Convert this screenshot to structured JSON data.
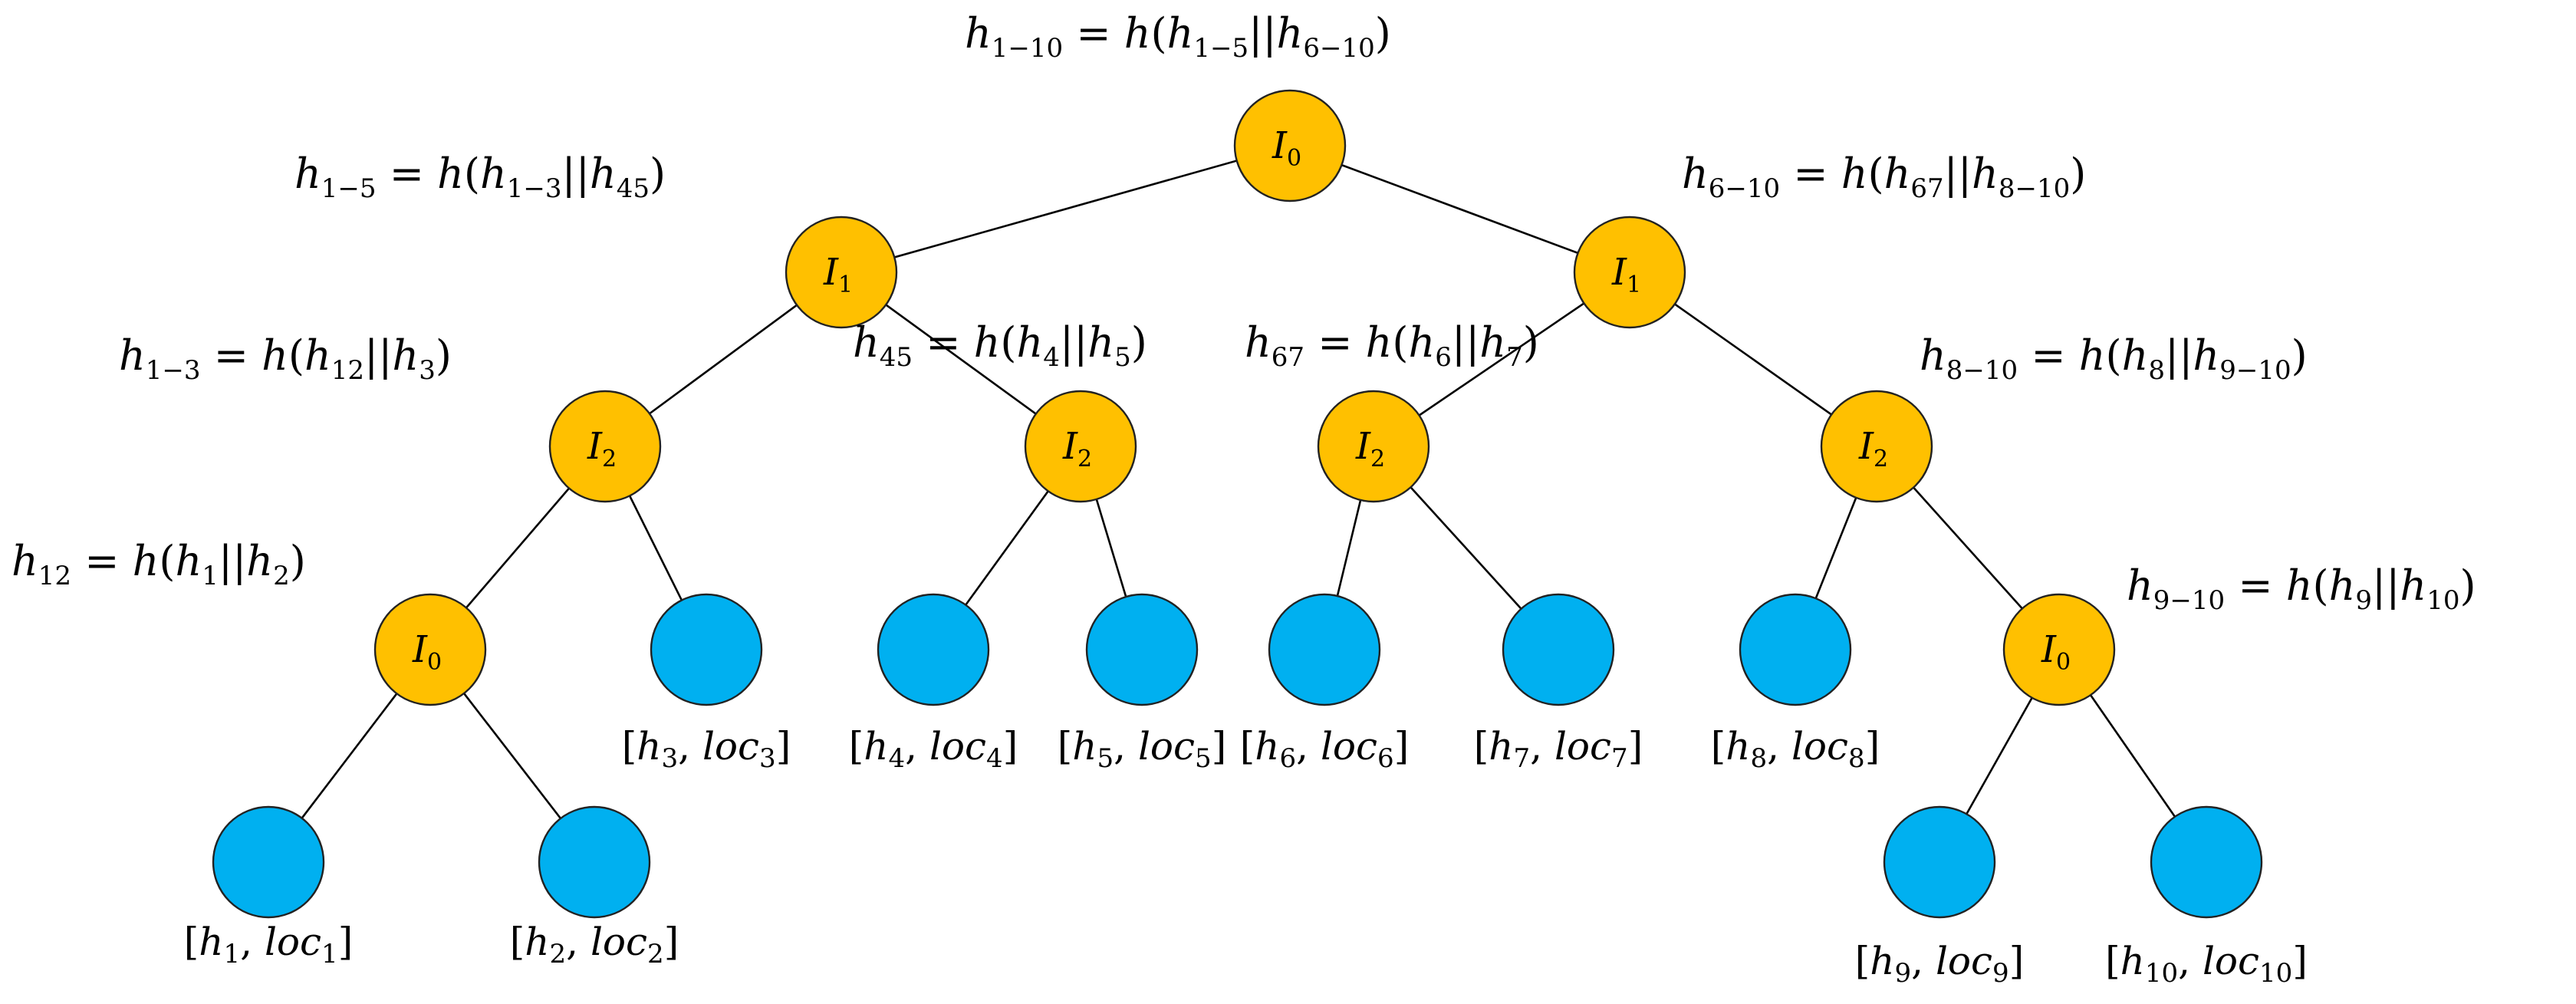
{
  "colors": {
    "internal_fill": "#FFC000",
    "leaf_fill": "#00B0F0",
    "edge": "#000000",
    "text": "#000000"
  },
  "nodes": [
    {
      "id": "root",
      "kind": "internal",
      "level": "0"
    },
    {
      "id": "n1L",
      "kind": "internal",
      "level": "1"
    },
    {
      "id": "n1R",
      "kind": "internal",
      "level": "1"
    },
    {
      "id": "n2a",
      "kind": "internal",
      "level": "2"
    },
    {
      "id": "n2b",
      "kind": "internal",
      "level": "2"
    },
    {
      "id": "n2c",
      "kind": "internal",
      "level": "2"
    },
    {
      "id": "n2d",
      "kind": "internal",
      "level": "2"
    },
    {
      "id": "n0a",
      "kind": "internal",
      "level": "0"
    },
    {
      "id": "n0b",
      "kind": "internal",
      "level": "0"
    },
    {
      "id": "L1",
      "kind": "leaf",
      "label": {
        "h": "1",
        "loc": "1"
      }
    },
    {
      "id": "L2",
      "kind": "leaf",
      "label": {
        "h": "2",
        "loc": "2"
      }
    },
    {
      "id": "L3",
      "kind": "leaf",
      "label": {
        "h": "3",
        "loc": "3"
      }
    },
    {
      "id": "L4",
      "kind": "leaf",
      "label": {
        "h": "4",
        "loc": "4"
      }
    },
    {
      "id": "L5",
      "kind": "leaf",
      "label": {
        "h": "5",
        "loc": "5"
      }
    },
    {
      "id": "L6",
      "kind": "leaf",
      "label": {
        "h": "6",
        "loc": "6"
      }
    },
    {
      "id": "L7",
      "kind": "leaf",
      "label": {
        "h": "7",
        "loc": "7"
      }
    },
    {
      "id": "L8",
      "kind": "leaf",
      "label": {
        "h": "8",
        "loc": "8"
      }
    },
    {
      "id": "L9",
      "kind": "leaf",
      "label": {
        "h": "9",
        "loc": "9"
      }
    },
    {
      "id": "L10",
      "kind": "leaf",
      "label": {
        "h": "10",
        "loc": "10"
      }
    }
  ],
  "edges": [
    [
      "root",
      "n1L"
    ],
    [
      "root",
      "n1R"
    ],
    [
      "n1L",
      "n2a"
    ],
    [
      "n1L",
      "n2b"
    ],
    [
      "n1R",
      "n2c"
    ],
    [
      "n1R",
      "n2d"
    ],
    [
      "n2a",
      "n0a"
    ],
    [
      "n2a",
      "L3"
    ],
    [
      "n2b",
      "L4"
    ],
    [
      "n2b",
      "L5"
    ],
    [
      "n2c",
      "L6"
    ],
    [
      "n2c",
      "L7"
    ],
    [
      "n2d",
      "L8"
    ],
    [
      "n2d",
      "n0b"
    ],
    [
      "n0a",
      "L1"
    ],
    [
      "n0a",
      "L2"
    ],
    [
      "n0b",
      "L9"
    ],
    [
      "n0b",
      "L10"
    ]
  ],
  "hash_labels": [
    {
      "id": "h_1_10",
      "lhs": "1−10",
      "args": [
        "1−5",
        "6−10"
      ]
    },
    {
      "id": "h_1_5",
      "lhs": "1−5",
      "args": [
        "1−3",
        "45"
      ]
    },
    {
      "id": "h_6_10",
      "lhs": "6−10",
      "args": [
        "67",
        "8−10"
      ]
    },
    {
      "id": "h_1_3",
      "lhs": "1−3",
      "args": [
        "12",
        "3"
      ]
    },
    {
      "id": "h_45",
      "lhs": "45",
      "args": [
        "4",
        "5"
      ]
    },
    {
      "id": "h_67",
      "lhs": "67",
      "args": [
        "6",
        "7"
      ]
    },
    {
      "id": "h_8_10",
      "lhs": "8−10",
      "args": [
        "8",
        "9−10"
      ]
    },
    {
      "id": "h_12",
      "lhs": "12",
      "args": [
        "1",
        "2"
      ]
    },
    {
      "id": "h_9_10",
      "lhs": "9−10",
      "args": [
        "9",
        "10"
      ]
    }
  ]
}
